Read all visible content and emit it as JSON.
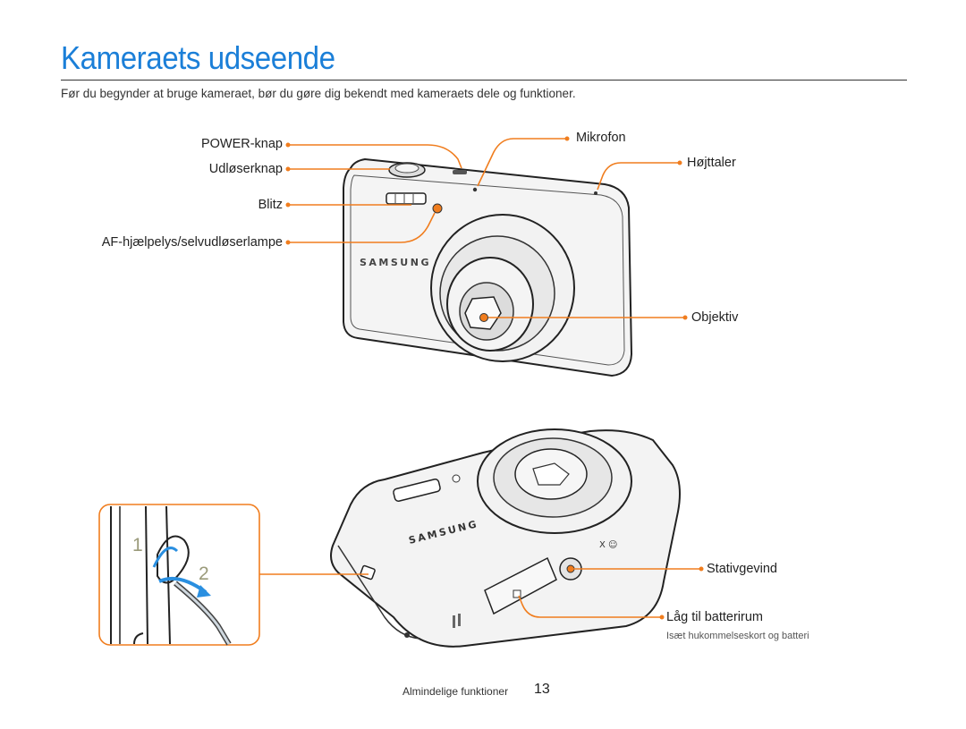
{
  "page": {
    "title": "Kameraets udseende",
    "intro": "Før du begynder at bruge kameraet, bør du gøre dig bekendt med kameraets dele og funktioner."
  },
  "front_view": {
    "brand_logo": "SAMSUNG",
    "labels": {
      "power": "POWER-knap",
      "shutter": "Udløserknap",
      "flash": "Blitz",
      "af_lamp": "AF-hjælpelys/selvudløserlampe",
      "microphone": "Mikrofon",
      "speaker": "Højttaler",
      "lens": "Objektiv"
    }
  },
  "bottom_view": {
    "brand_logo": "SAMSUNG",
    "labels": {
      "tripod": "Stativgevind",
      "battery_cover": "Låg til batterirum",
      "battery_cover_note": "Isæt hukommelseskort og batteri"
    }
  },
  "strap_inset": {
    "step1": "1",
    "step2": "2"
  },
  "footer": {
    "section": "Almindelige funktioner",
    "page_number": "13"
  },
  "colors": {
    "title": "#1b7fd8",
    "callout": "#f07d1e",
    "strap_arrow": "#2a8fe0"
  }
}
